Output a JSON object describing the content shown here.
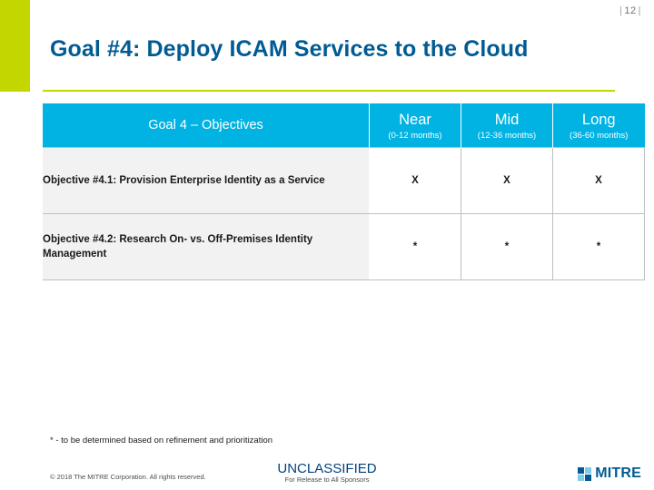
{
  "page": {
    "number": "12",
    "number_left_bar": "|",
    "number_right_bar": "|"
  },
  "title": "Goal #4:  Deploy ICAM Services to the Cloud",
  "table": {
    "header": {
      "objectives_label": "Goal 4 – Objectives",
      "columns": [
        {
          "title": "Near",
          "subtitle": "(0-12 months)"
        },
        {
          "title": "Mid",
          "subtitle": "(12-36 months)"
        },
        {
          "title": "Long",
          "subtitle": "(36-60 months)"
        }
      ]
    },
    "rows": [
      {
        "objective": "Objective #4.1:  Provision Enterprise Identity as a Service",
        "marks": [
          "X",
          "X",
          "X"
        ]
      },
      {
        "objective": "Objective #4.2:  Research On- vs. Off-Premises Identity Management",
        "marks": [
          "*",
          "*",
          "*"
        ]
      }
    ]
  },
  "footnote": "* - to be determined based on refinement and prioritization",
  "footer": {
    "copyright": "© 2018 The MITRE Corporation. All rights reserved.",
    "classification": "UNCLASSIFIED",
    "release": "For Release to All Sponsors",
    "logo_text": "MITRE"
  },
  "colors": {
    "title_blue": "#005b94",
    "accent_lime": "#c4d600",
    "header_cyan": "#00b3e3",
    "row_gray": "#f2f2f2"
  }
}
